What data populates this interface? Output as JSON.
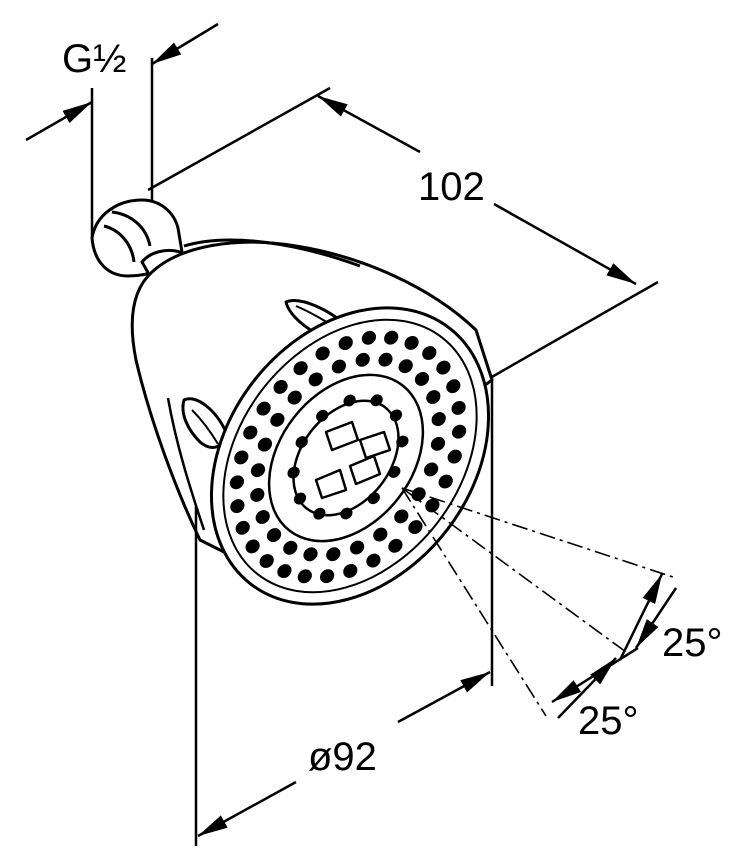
{
  "diagram": {
    "labels": {
      "thread": "G½",
      "length": "102",
      "diameter": "ø92",
      "angle_upper": "25°",
      "angle_lower": "25°"
    },
    "colors": {
      "line": "#000000",
      "background": "#ffffff"
    }
  }
}
